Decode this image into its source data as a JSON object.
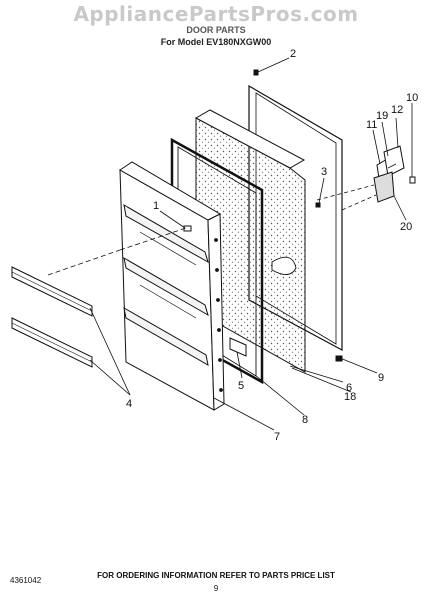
{
  "header": {
    "watermark": "AppliancePartsPros.com",
    "title": "DOOR PARTS",
    "model_line": "For Model EV180NXGW00"
  },
  "callouts": {
    "n1": "1",
    "n2": "2",
    "n3": "3",
    "n4": "4",
    "n5": "5",
    "n6": "6",
    "n7": "7",
    "n8": "8",
    "n9": "9",
    "n10": "10",
    "n11": "11",
    "n12": "12",
    "n18": "18",
    "n19": "19",
    "n20": "20"
  },
  "footer": {
    "doc_number": "4361042",
    "ordering_note": "FOR ORDERING INFORMATION REFER TO PARTS PRICE LIST",
    "page_number": "9"
  }
}
